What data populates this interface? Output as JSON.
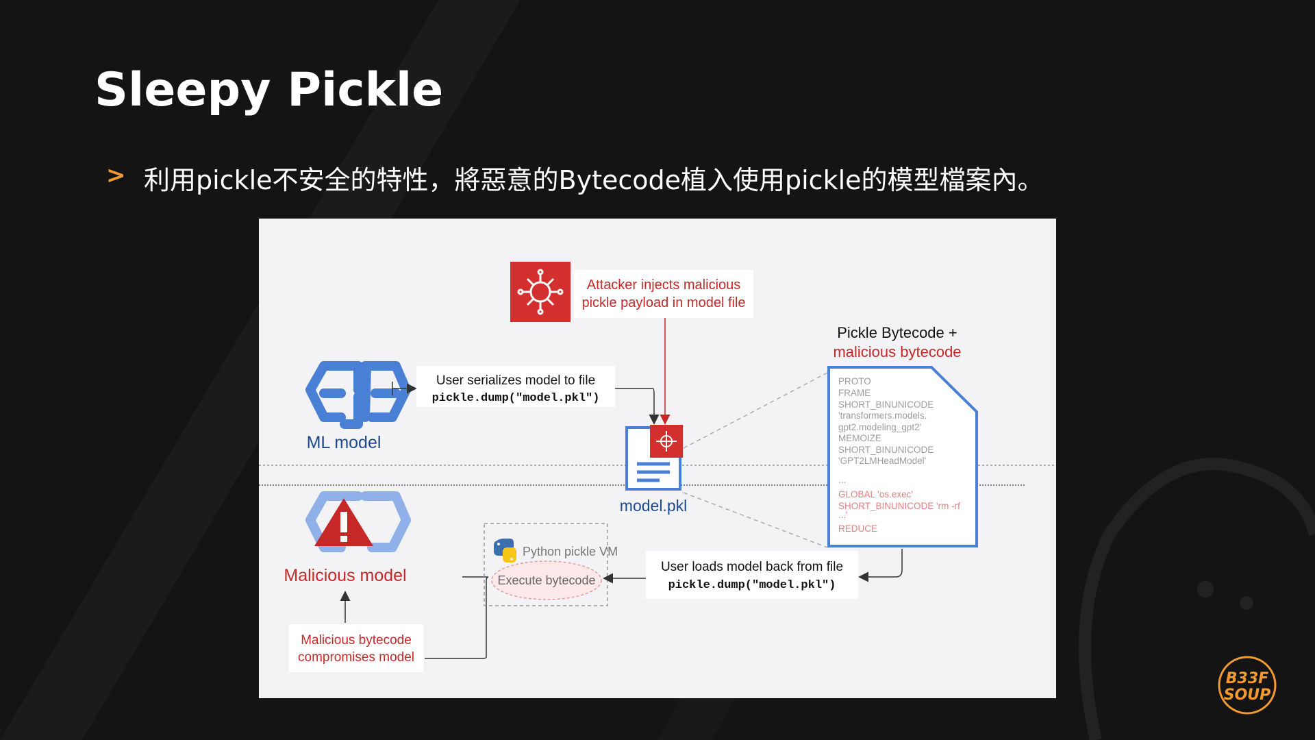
{
  "slide": {
    "title": "Sleepy Pickle",
    "bullet_marker": ">",
    "bullet_text": "利用pickle不安全的特性，將惡意的Bytecode植入使用pickle的模型檔案內。"
  },
  "diagram": {
    "attacker_label_line1": "Attacker injects malicious",
    "attacker_label_line2": "pickle payload in model file",
    "serialize_line1": "User serializes model to file",
    "serialize_line2": "pickle.dump(\"model.pkl\")",
    "ml_model_label": "ML model",
    "model_file_label": "model.pkl",
    "bytecode_title_line1": "Pickle Bytecode +",
    "bytecode_title_line2": "malicious bytecode",
    "bytecode_lines": [
      "PROTO",
      "FRAME",
      "SHORT_BINUNICODE",
      "'transformers.models.",
      "gpt2.modeling_gpt2'",
      "MEMOIZE",
      "SHORT_BINUNICODE",
      "'GPT2LMHeadModel'",
      "..."
    ],
    "bytecode_malicious_lines": [
      "GLOBAL 'os.exec'",
      "SHORT_BINUNICODE 'rm -rf",
      "...'",
      "REDUCE"
    ],
    "malicious_model_label": "Malicious model",
    "vm_label": "Python pickle VM",
    "execute_label": "Execute bytecode",
    "load_line1": "User loads model back from file",
    "load_line2": "pickle.dump(\"model.pkl\")",
    "compromise_line1": "Malicious bytecode",
    "compromise_line2": "compromises model",
    "colors": {
      "red": "#c62828",
      "blue": "#4a7fd6",
      "dark_blue": "#1d4a8f",
      "gray_text": "#9c9c9c"
    }
  },
  "brand": {
    "logo_line1": "B33F",
    "logo_line2": "SOUP"
  }
}
